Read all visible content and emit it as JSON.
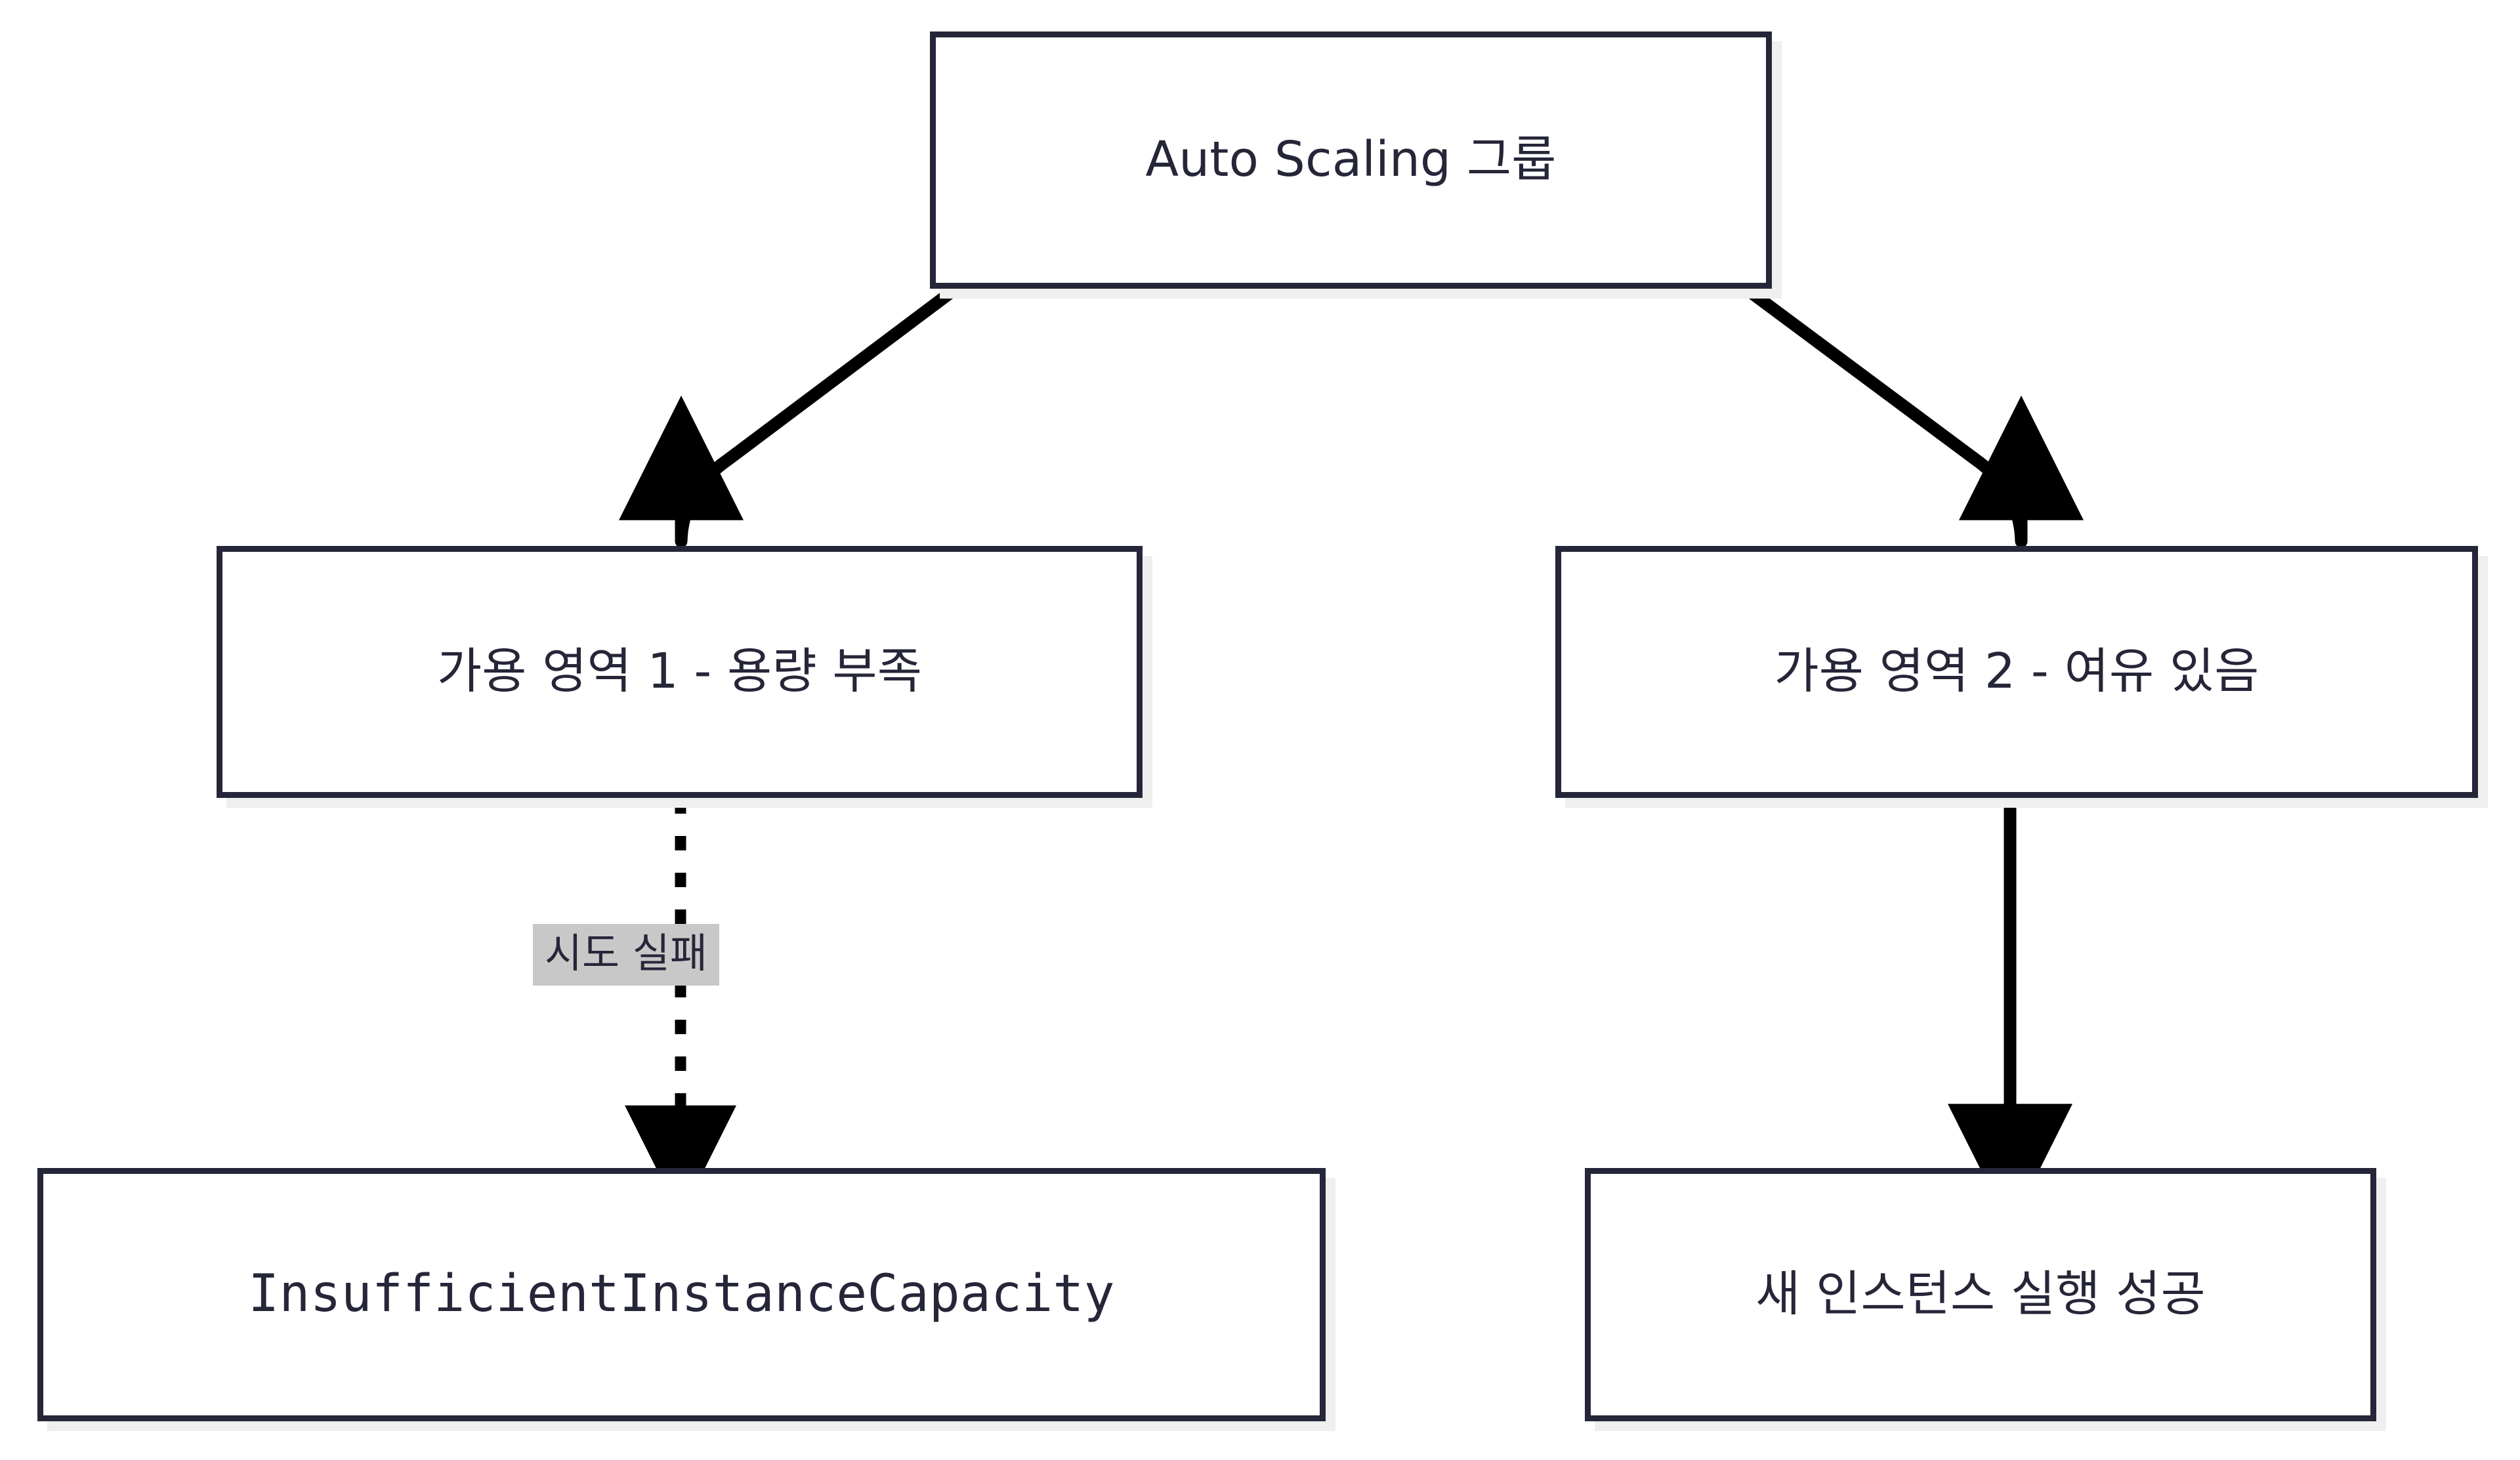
{
  "diagram": {
    "type": "flowchart",
    "direction": "top-down",
    "colors": {
      "node_border": "#262639",
      "node_fill": "#ffffff",
      "node_shadow": "#efefef",
      "edge_stroke": "#000000",
      "edge_label_bg": "#c8c8c8",
      "text": "#262639",
      "background": "#ffffff"
    },
    "nodes": [
      {
        "id": "asg",
        "label": "Auto Scaling 그룹",
        "font": "sans"
      },
      {
        "id": "az1",
        "label": "가용 영역 1 - 용량 부족",
        "font": "sans"
      },
      {
        "id": "az2",
        "label": "가용 영역 2 - 여유 있음",
        "font": "sans"
      },
      {
        "id": "iic",
        "label": "InsufficientInstanceCapacity",
        "font": "mono"
      },
      {
        "id": "launch",
        "label": "새 인스턴스 실행 성공",
        "font": "sans"
      }
    ],
    "edges": [
      {
        "from": "asg",
        "to": "az1",
        "style": "solid",
        "arrow": "triangle",
        "label": ""
      },
      {
        "from": "asg",
        "to": "az2",
        "style": "solid",
        "arrow": "triangle",
        "label": ""
      },
      {
        "from": "az1",
        "to": "iic",
        "style": "dotted",
        "arrow": "triangle",
        "label": "시도 실패"
      },
      {
        "from": "az2",
        "to": "launch",
        "style": "solid",
        "arrow": "triangle",
        "label": ""
      }
    ]
  }
}
